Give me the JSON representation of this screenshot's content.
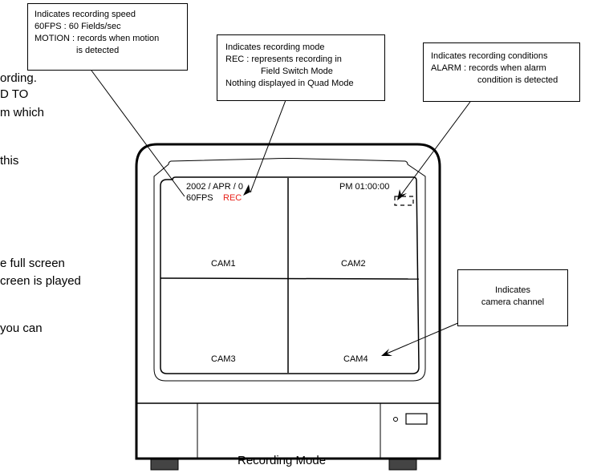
{
  "body_text": [
    "ording.",
    "D TO",
    "m which",
    "this",
    "e full screen",
    "creen is played",
    "you can"
  ],
  "callouts": {
    "speed": {
      "lines": [
        "Indicates recording speed",
        "60FPS   : 60 Fields/sec",
        "MOTION : records when motion",
        "is detected"
      ]
    },
    "mode": {
      "lines": [
        "Indicates recording mode",
        "REC : represents recording in",
        "Field Switch Mode",
        "Nothing displayed in Quad Mode"
      ]
    },
    "conditions": {
      "lines": [
        "Indicates recording conditions",
        "ALARM : records when alarm",
        "condition is detected"
      ]
    },
    "channel": {
      "lines": [
        "Indicates",
        "camera channel"
      ]
    }
  },
  "screen": {
    "date": "2002 / APR / 0",
    "fps": "60FPS",
    "rec": "REC",
    "time": "PM 01:00:00",
    "cams": [
      "CAM1",
      "CAM2",
      "CAM3",
      "CAM4"
    ]
  },
  "colors": {
    "rec": "#e8221a"
  },
  "caption": "Recording Mode"
}
